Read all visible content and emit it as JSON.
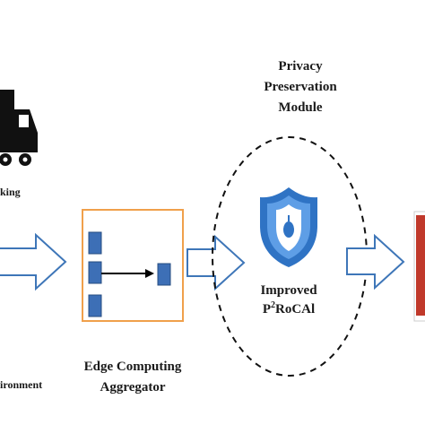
{
  "labels": {
    "tracking_partial": "king",
    "environment_partial": "ironment",
    "edge_line1": "Edge Computing",
    "edge_line2": "Aggregator",
    "module_line1": "Privacy",
    "module_line2": "Preservation",
    "module_line3": "Module",
    "improved_line1": "Improved",
    "improved_p": "P",
    "improved_sup": "2",
    "improved_rest": "RoCAl"
  },
  "icons": {
    "truck": "truck-icon",
    "shield": "shield-icon"
  },
  "colors": {
    "arrow_stroke": "#3e76b8",
    "edge_box_border": "#f0a04b",
    "node_fill": "#3d6fb6",
    "shield_fill": "#2f73c4",
    "right_block": "#c0392b"
  }
}
